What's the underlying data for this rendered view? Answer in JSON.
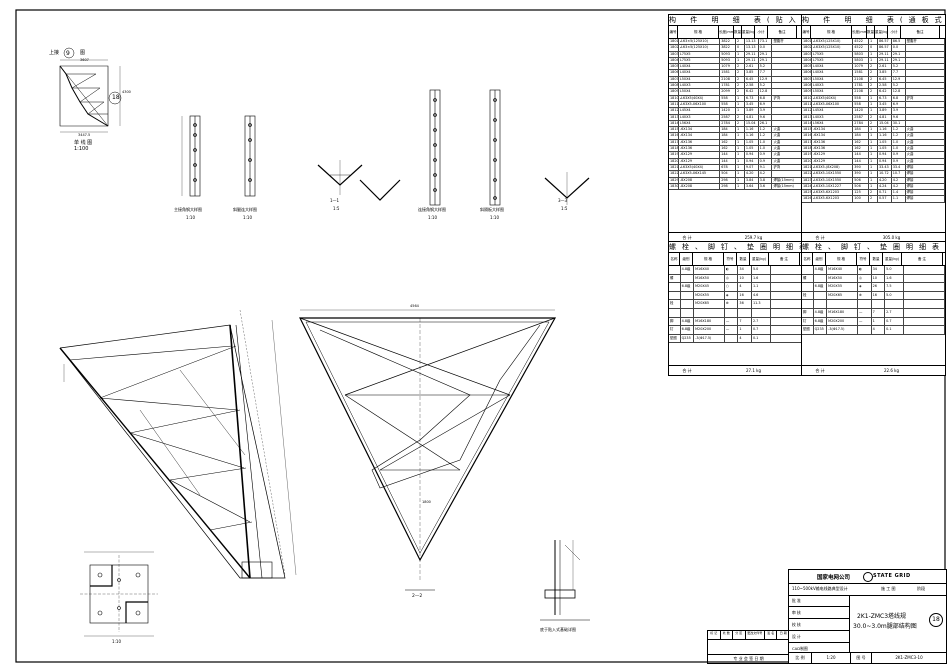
{
  "parts_table": {
    "title": "构 件 明 细 表(贴入式)",
    "headers": [
      "编号",
      "规 格",
      "长度(mm)",
      "数量",
      "重量(kg) 一件",
      "小计",
      "备注"
    ],
    "rows": [
      [
        "1801",
        "∠63×5(125X10)",
        "3822",
        "2",
        "13.13",
        "73.1",
        "塑腹杆"
      ],
      [
        "1802",
        "∠63×5(125X10)",
        "3822",
        "0",
        "13.13",
        "0.0",
        ""
      ],
      [
        "1803",
        "L75X5",
        "5093",
        "1",
        "29.11",
        "29.1",
        ""
      ],
      [
        "1804",
        "L75X5",
        "5093",
        "1",
        "29.11",
        "29.1",
        ""
      ],
      [
        "1805",
        "L40X4",
        "1079",
        "2",
        "2.61",
        "5.2",
        ""
      ],
      [
        "1806",
        "L40X4",
        "1581",
        "2",
        "3.85",
        "7.7",
        ""
      ],
      [
        "1807",
        "L50X4",
        "2108",
        "2",
        "6.45",
        "12.9",
        ""
      ],
      [
        "1808",
        "L40X3",
        "1781",
        "2",
        "2.58",
        "5.2",
        ""
      ],
      [
        "1809",
        "L50X4",
        "2099",
        "2",
        "6.42",
        "12.8",
        ""
      ],
      [
        "1810",
        "∠63X5(40X4)",
        "558",
        "1",
        "6.73",
        "6.8",
        "铲背"
      ],
      [
        "1811",
        "∠63X5-X6X100",
        "558",
        "1",
        "3.45",
        "6.9",
        ""
      ],
      [
        "1812",
        "L45X4",
        "1420",
        "1",
        "3.89",
        "3.9",
        ""
      ],
      [
        "1813",
        "L40X3",
        "2587",
        "2",
        "4.81",
        "9.6",
        ""
      ],
      [
        "1814",
        "L56X4",
        "2784",
        "2",
        "15.04",
        "26.1",
        ""
      ],
      [
        "1815",
        "-6X134",
        "184",
        "1",
        "1.16",
        "1.2",
        "火曲"
      ],
      [
        "1816",
        "-6X134",
        "184",
        "1",
        "1.16",
        "1.2",
        "火曲"
      ],
      [
        "1817",
        "-6X136",
        "162",
        "1",
        "1.05",
        "1.0",
        "火曲"
      ],
      [
        "1818",
        "-6X136",
        "162",
        "1",
        "1.05",
        "1.0",
        "火曲"
      ],
      [
        "1819",
        "-6X129",
        "144",
        "1",
        "0.94",
        "0.9",
        "火曲"
      ],
      [
        "1820",
        "-6X129",
        "144",
        "1",
        "0.94",
        "0.9",
        "火曲"
      ],
      [
        "1821",
        "∠63X5(40X4)",
        "678",
        "1",
        "9.07",
        "9.1",
        "铲背"
      ],
      [
        "1822",
        "∠63X5-X6X145",
        "504",
        "1",
        "4.20",
        "4.2",
        ""
      ],
      [
        "1829",
        "-8X208",
        "298",
        "1",
        "3.84",
        "3.8",
        "焊接(15mm)"
      ],
      [
        "1830",
        "-8X208",
        "298",
        "1",
        "3.64",
        "3.6",
        "焊接(15mm)"
      ]
    ],
    "total_label": "合 计",
    "total": "259.7 kg"
  },
  "parts_table_right": {
    "title": "构 件 明 细 表(通板式)",
    "headers": [
      "编号",
      "规 格",
      "长度(mm)",
      "数量",
      "重量(kg) 一件",
      "小计",
      "备注"
    ],
    "rows": [
      [
        "1801",
        "∠63X5(125X10)",
        "4522",
        "1",
        "86.57",
        "86.5",
        "塑腹杆"
      ],
      [
        "1802",
        "∠63X5(125X10)",
        "4522",
        "0",
        "86.57",
        "0.0",
        ""
      ],
      [
        "1803",
        "L75X5",
        "5803",
        "1",
        "29.11",
        "29.1",
        ""
      ],
      [
        "1804",
        "L75X5",
        "5803",
        "1",
        "29.11",
        "29.1",
        ""
      ],
      [
        "1805",
        "L40X4",
        "1079",
        "2",
        "2.61",
        "5.2",
        ""
      ],
      [
        "1806",
        "L40X4",
        "1581",
        "2",
        "3.85",
        "7.7",
        ""
      ],
      [
        "1807",
        "L50X4",
        "2108",
        "2",
        "6.45",
        "12.9",
        ""
      ],
      [
        "1808",
        "L40X3",
        "1781",
        "2",
        "2.58",
        "5.2",
        ""
      ],
      [
        "1809",
        "L50X4",
        "2108",
        "2",
        "6.42",
        "12.8",
        ""
      ],
      [
        "1810",
        "∠63X5(40X4)",
        "558",
        "1",
        "6.73",
        "6.8",
        "铲背"
      ],
      [
        "1811",
        "∠63X5-X6X100",
        "558",
        "1",
        "3.45",
        "6.9",
        ""
      ],
      [
        "1812",
        "L45X4",
        "1420",
        "1",
        "3.89",
        "3.9",
        ""
      ],
      [
        "1813",
        "L40X3",
        "2587",
        "2",
        "4.81",
        "9.6",
        ""
      ],
      [
        "1814",
        "L56X4",
        "2784",
        "2",
        "15.04",
        "30.1",
        ""
      ],
      [
        "1815",
        "-6X134",
        "184",
        "1",
        "1.16",
        "1.2",
        "火曲"
      ],
      [
        "1816",
        "-6X134",
        "184",
        "1",
        "1.16",
        "1.2",
        "火曲"
      ],
      [
        "1817",
        "-6X136",
        "162",
        "1",
        "1.05",
        "1.0",
        "火曲"
      ],
      [
        "1818",
        "-6X136",
        "162",
        "1",
        "1.05",
        "1.0",
        "火曲"
      ],
      [
        "1819",
        "-6X129",
        "144",
        "1",
        "0.94",
        "0.9",
        "火曲"
      ],
      [
        "1820",
        "-6X129",
        "144",
        "1",
        "0.94",
        "0.9",
        "火曲"
      ],
      [
        "1821",
        "∠63X5-(8X208)",
        "390",
        "1",
        "33.43",
        "33.4",
        "焊接"
      ],
      [
        "1822",
        "∠63X5-10X1550",
        "390",
        "1",
        "10.72",
        "10.7",
        "焊接"
      ],
      [
        "1823",
        "∠63X5-10X1550",
        "506",
        "1",
        "4.20",
        "4.2",
        "焊接"
      ],
      [
        "1824",
        "∠63X5-10X1227",
        "506",
        "1",
        "4.24",
        "4.2",
        "焊接"
      ],
      [
        "1825",
        "∠63X5-6X1203",
        "125",
        "2",
        "0.71",
        "1.4",
        "焊接"
      ],
      [
        "1826",
        "∠63X5-6X1203",
        "100",
        "2",
        "0.57",
        "1.1",
        "焊接"
      ]
    ],
    "total_label": "合 计",
    "total": "305.0 kg"
  },
  "bolt_table": {
    "title": "螺栓、脚钉、垫圈明细表",
    "headers": [
      "名称",
      "级别",
      "规 格",
      "符号",
      "数量",
      "重量(kg)",
      "备 注"
    ],
    "rows": [
      [
        "",
        "4.8级",
        "M16X40",
        "◐",
        "34",
        "5.0",
        ""
      ],
      [
        "螺",
        "",
        "M16X50",
        "◎",
        "10",
        "1.6",
        ""
      ],
      [
        "",
        "6.8级",
        "M20X45",
        "○",
        "4",
        "1.1",
        ""
      ],
      [
        "",
        "",
        "M20X55",
        "◈",
        "16",
        "4.6",
        ""
      ],
      [
        "栓",
        "",
        "M20X65",
        "⊗",
        "36",
        "11.3",
        ""
      ],
      [
        "",
        "",
        "",
        "",
        "",
        "",
        ""
      ],
      [
        "脚",
        "4.8级",
        "M16X180",
        "—",
        "7",
        "2.7",
        ""
      ],
      [
        "钉",
        "6.8级",
        "M20X200",
        "—",
        "1",
        "0.7",
        ""
      ],
      [
        "垫圈",
        "Q235",
        "-3(Φ17.5)",
        "",
        "4",
        "0.1",
        ""
      ]
    ],
    "total_label": "合 计",
    "total": "27.1 kg"
  },
  "bolt_table_right": {
    "title": "螺栓、脚钉、垫圈明细表",
    "headers": [
      "名称",
      "级别",
      "规 格",
      "符号",
      "数量",
      "重量(kg)",
      "备 注"
    ],
    "rows": [
      [
        "",
        "4.8级",
        "M16X40",
        "◐",
        "34",
        "5.0",
        ""
      ],
      [
        "螺",
        "",
        "M16X50",
        "◎",
        "10",
        "1.6",
        ""
      ],
      [
        "",
        "6.8级",
        "M20X55",
        "◈",
        "26",
        "7.5",
        ""
      ],
      [
        "栓",
        "",
        "M20X65",
        "⊗",
        "16",
        "5.0",
        ""
      ],
      [
        "",
        "",
        "",
        "",
        "",
        "",
        ""
      ],
      [
        "脚",
        "4.8级",
        "M16X180",
        "—",
        "7",
        "2.7",
        ""
      ],
      [
        "钉",
        "6.8级",
        "M20X200",
        "—",
        "1",
        "0.7",
        ""
      ],
      [
        "垫圈",
        "Q235",
        "-3(Φ17.5)",
        "",
        "4",
        "0.1",
        ""
      ]
    ],
    "total_label": "合 计",
    "total": "22.6 kg"
  },
  "title_block": {
    "company_cn": "国家电网公司",
    "company_en": "STATE GRID",
    "project": "110~500kV输电线路典型设计",
    "stage": "施 工 图",
    "stage_label": "阶段",
    "drawing_title_line1": "2K1-ZMC3塔线规",
    "drawing_title_line2": "30.0~3.0m腿部结构图",
    "sheet_circle": "18",
    "signatures": [
      "批 准",
      "审 核",
      "校 核",
      "设 计",
      "CAD制图"
    ],
    "scale_label": "比 例",
    "scale": "1:20",
    "number_label": "图 号",
    "number": "2K1-ZMC3-10"
  },
  "revision_block": {
    "headers": [
      "标 记",
      "处 数",
      "分 区",
      "更改文件号",
      "签 名",
      "日 期"
    ],
    "label": "专 业 会 签 日 期"
  },
  "labels": {
    "upper_connect": "上接",
    "upper_circle": "9",
    "upper_suffix": "图",
    "layout_circle": "18",
    "single_line": "单 线 图",
    "single_line_scale": "1:100",
    "main_angle": "主接角钢大样图",
    "main_angle_scale": "1:10",
    "diag_angle": "斜腿连大样图",
    "diag_angle_scale": "1:10",
    "sec_1": "1—1",
    "sec_1_scale": "1:5",
    "connect_detail": "连接角钢大样图",
    "connect_scale": "1:10",
    "diag_detail2": "斜隔板大样图",
    "diag_detail2_scale": "1:10",
    "sec_3": "3—3",
    "sec_3_scale": "1:5",
    "sec_2": "2—2",
    "base_plan_scale": "1:10",
    "clip_detail": "底于贴入式基础详图",
    "dim_top": "3607",
    "dim_side": "4300",
    "dim_bottom": "3447.5",
    "dim_plan": "4564",
    "dim_leg": "1800"
  }
}
